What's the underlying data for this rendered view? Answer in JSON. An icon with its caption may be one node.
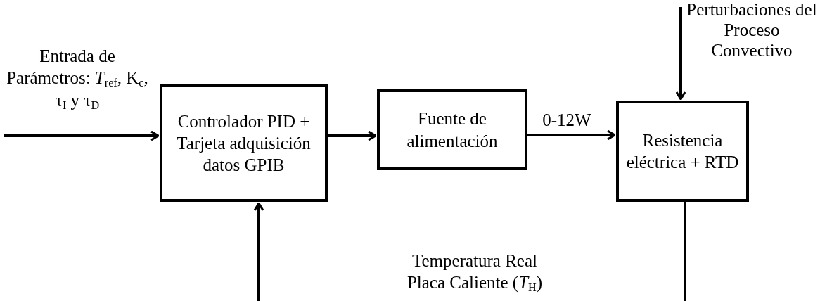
{
  "diagram": {
    "nodes": [
      {
        "text": [
          "Controlador PID + Tarjeta adquisición datos GPIB"
        ]
      },
      {
        "text": [
          "Fuente de alimentación"
        ]
      },
      {
        "text": [
          "Resistencia eléctrica + RTD"
        ]
      }
    ],
    "edges": [
      {
        "from": null,
        "to": 0,
        "arrow": "to",
        "label": "Entrada de Parámetros: *T*$_{ref}$, K$_{c}$, τ$_{I}$ y τ$_{D}$"
      },
      {
        "from": 0,
        "to": 1,
        "arrow": "to"
      },
      {
        "from": 1,
        "to": 2,
        "arrow": "to",
        "label": "0-12W"
      },
      {
        "from": null,
        "to": 2,
        "arrow": "to",
        "label": "Perturbaciones del Proceso Convectivo"
      },
      {
        "from": 2,
        "to": 0,
        "arrow": "to",
        "label": "Temperatura Real Placa Caliente (*T*$_{H}$)"
      }
    ]
  }
}
